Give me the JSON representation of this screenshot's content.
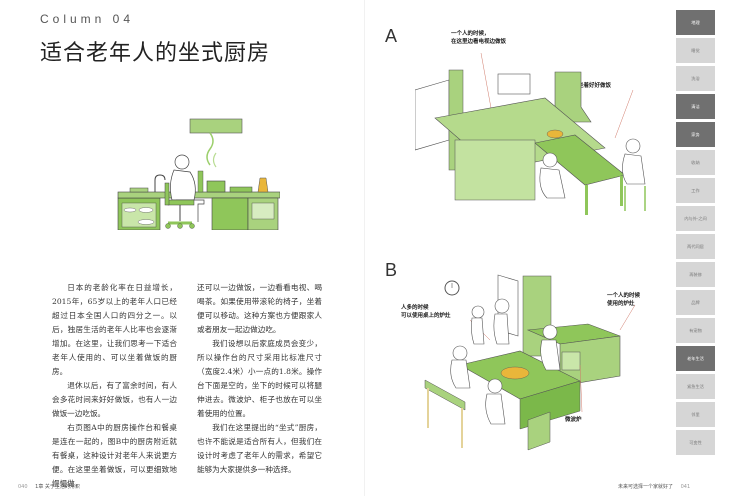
{
  "left_page": {
    "column_label": "Column 04",
    "title": "适合老年人的坐式厨房",
    "paragraphs_col1": [
      {
        "text": "日本的老龄化率在日益增长，2015年，65岁以上的老年人口已经超过日本全国人口的四分之一。以后，独居生活的老年人比率也会逐渐增加。在这里，让我们思考一下适合老年人使用的、可以坐着做饭的厨房。",
        "indent": true
      },
      {
        "text": "退休以后，有了富余时间，有人会多花时间来好好做饭，也有人一边做饭一边吃饭。",
        "indent": true
      },
      {
        "text": "右页图A中的厨房操作台和餐桌是连在一起的，图B中的厨房附近就有餐桌，这种设计对老年人来说更方便。在这里坐着做饭，可以更细致地慢慢做，",
        "indent": true
      }
    ],
    "paragraphs_col2": [
      {
        "text": "还可以一边做饭，一边看看电视、喝喝茶。如果使用带滚轮的椅子，坐着便可以移动。这种方案也方便跟家人或者朋友一起边做边吃。",
        "indent": false
      },
      {
        "text": "我们设想以后家庭成员会变少，所以操作台的尺寸采用比标准尺寸（宽度2.4米）小一点的1.8米。操作台下面是空的，坐下的时候可以将腿伸进去。微波炉、柜子也放在可以坐着使用的位置。",
        "indent": true
      },
      {
        "text": "我们在这里提出的“坐式”厨房，也许不能说是适合所有人，但我们在设计时考虑了老年人的需求，希望它能够为大家提供多一种选择。",
        "indent": true
      }
    ],
    "footer": {
      "page_number": "040",
      "chapter": "1章 关于生活的常识"
    }
  },
  "right_page": {
    "figure_a": {
      "letter": "A",
      "callouts": [
        "一个人的时候，\n在这里边看电视边做饭",
        "坐着好好做饭"
      ]
    },
    "figure_b": {
      "letter": "B",
      "callouts": [
        "人多的时候\n可以使用桌上的炉灶",
        "一个人的时候\n使用的炉灶",
        "微波炉"
      ]
    },
    "footer": {
      "running_head": "未来可选择一个家就好了",
      "page_number": "041"
    }
  },
  "side_tabs": [
    {
      "label": "地理",
      "active": true
    },
    {
      "label": "睡觉",
      "active": false
    },
    {
      "label": "洗浴",
      "active": false
    },
    {
      "label": "清洁",
      "active": true
    },
    {
      "label": "家务",
      "active": true
    },
    {
      "label": "收纳",
      "active": false
    },
    {
      "label": "工作",
      "active": false
    },
    {
      "label": "内与外·之间",
      "active": false
    },
    {
      "label": "两代同居",
      "active": false
    },
    {
      "label": "再装修",
      "active": false
    },
    {
      "label": "品牌",
      "active": false
    },
    {
      "label": "有宠物",
      "active": false
    },
    {
      "label": "老年生活",
      "active": true
    },
    {
      "label": "紧急生活",
      "active": false
    },
    {
      "label": "邻里",
      "active": false
    },
    {
      "label": "可变性",
      "active": false
    }
  ],
  "colors": {
    "accent_green": "#8fc65a",
    "dark_tab": "#707070",
    "light_tab": "#d6d6d6",
    "kettle_yellow": "#e9b63a"
  }
}
